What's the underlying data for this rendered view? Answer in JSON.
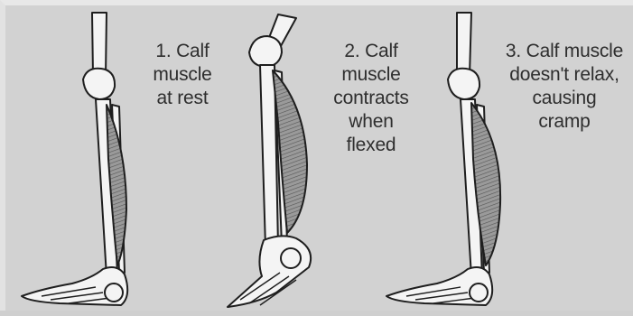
{
  "captions": [
    {
      "id": "1",
      "text": "1. Calf\nmuscle\nat rest"
    },
    {
      "id": "2",
      "text": "2. Calf\nmuscle\ncontracts\nwhen\nflexed"
    },
    {
      "id": "3",
      "text": "3. Calf muscle\ndoesn't relax,\ncausing\ncramp"
    }
  ],
  "colors": {
    "background": "#d2d2d2",
    "bone_fill": "#f4f4f4",
    "outline": "#1e1e1e",
    "muscle": "#8a8a8a",
    "text": "#2e2e2e"
  }
}
